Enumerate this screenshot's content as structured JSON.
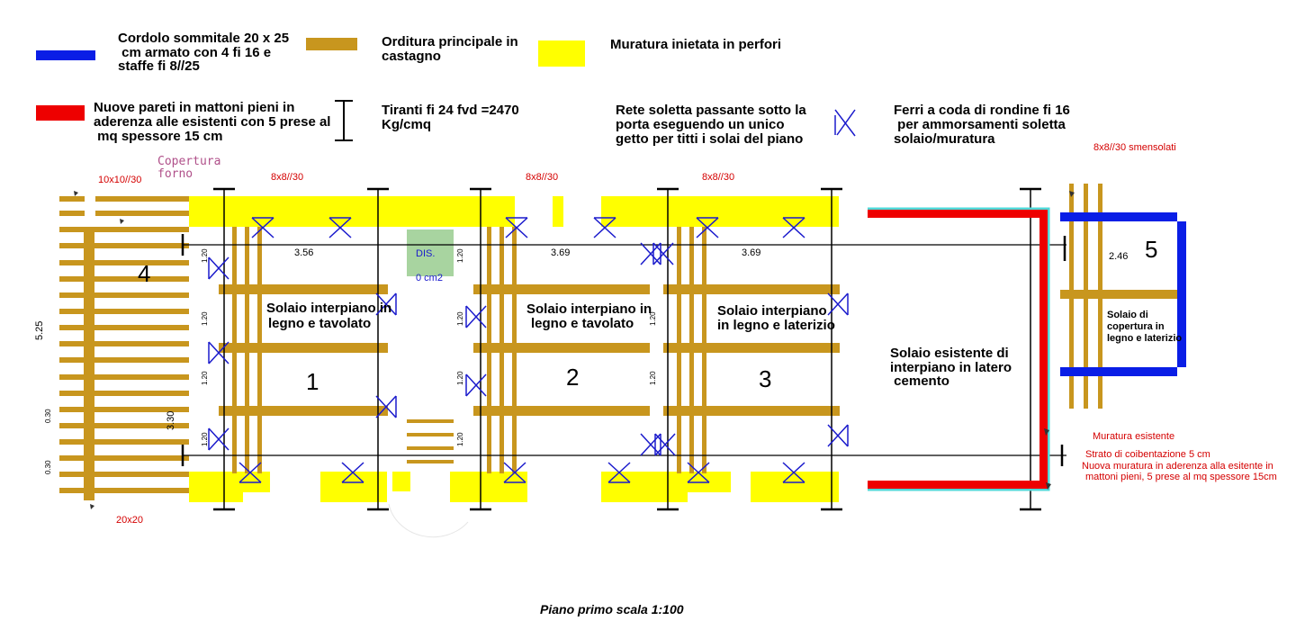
{
  "colors": {
    "blue_beam": "#0a1ee6",
    "timber": "#c8961e",
    "masonry_fill": "#ffff00",
    "new_wall": "#ee0000",
    "insulation": "#4fd8d8",
    "anchor": "#1a1acc",
    "opening": "#a8d4a0"
  },
  "legend": {
    "blue_beam": [
      "Cordolo sommitale 20 x 25",
      " cm armato con 4 fi 16 e",
      "staffe fi 8//25"
    ],
    "timber": [
      "Orditura principale in",
      "castagno"
    ],
    "masonry": [
      "Muratura inietata in perfori"
    ],
    "new_wall": [
      "Nuove pareti in mattoni pieni in",
      "aderenza alle esistenti con 5 prese al",
      " mq spessore 15 cm"
    ],
    "tie_rods": [
      "Tiranti fi 24 fvd =2470",
      "Kg/cmq"
    ],
    "mesh": [
      "Rete soletta passante sotto la",
      "porta eseguendo un unico",
      "getto per titti i solai del piano"
    ],
    "anchors": [
      "Ferri a coda di rondine fi 16",
      " per ammorsamenti soletta",
      "solaio/muratura"
    ]
  },
  "labels": {
    "spacing_10x10": "10x10//30",
    "copertura_forno": [
      "Copertura",
      "forno"
    ],
    "spacing_8x8": "8x8//30",
    "spacing_8x8_b": "8x8//30",
    "spacing_8x8_c": "8x8//30",
    "spacing_8x8_smensolati": "8x8//30 smensolati",
    "dim_356": "3.56",
    "dim_369_a": "3.69",
    "dim_369_b": "3.69",
    "dim_246": "2.46",
    "dim_525": "5.25",
    "dim_330": "3.30",
    "dim_030": "0.30",
    "dim_120": "1.20",
    "dis": "DIS.",
    "dis_area": "0 cm2",
    "size_20x20": "20x20",
    "muratura_esistente": "Muratura esistente",
    "strato": "Strato di coibentazione 5 cm",
    "nuova_muratura": [
      "Nuova muratura in aderenza alla esitente in",
      "mattoni pieni, 5 prese al mq spessore 15cm"
    ]
  },
  "rooms": [
    {
      "number": "1",
      "desc": [
        "Solaio interpiano in",
        "legno e tavolato"
      ]
    },
    {
      "number": "2",
      "desc": [
        "Solaio interpiano in",
        "legno e tavolato"
      ]
    },
    {
      "number": "3",
      "desc": [
        "Solaio interpiano",
        "in legno e laterizio"
      ]
    },
    {
      "number": "4"
    },
    {
      "number": "5",
      "desc": [
        "Solaio di",
        "copertura in",
        "legno e laterizio"
      ]
    }
  ],
  "existing_floor": [
    "Solaio esistente di",
    "interpiano in latero",
    " cemento"
  ],
  "caption": "Piano primo scala 1:100"
}
